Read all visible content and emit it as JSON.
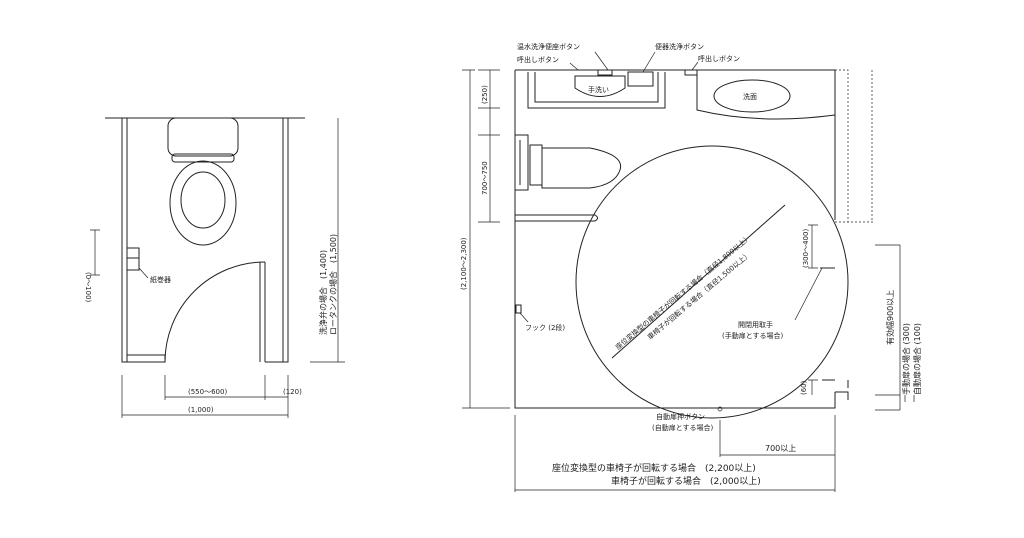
{
  "left_plan": {
    "paper_holder": "紙巻器",
    "dim_offset": "(0〜100)",
    "dim_flush_valve": "洗浄弁の場合　(1,400)",
    "dim_low_tank": "ロータンクの場合　(1,500)",
    "dim_door": "(550〜600)",
    "dim_wall": "(120)",
    "dim_width": "(1,000)"
  },
  "right_plan": {
    "washlet_button": "温水洗浄便座ボタン",
    "call_button_1": "呼出しボタン",
    "flush_button": "便器洗浄ボタン",
    "call_button_2": "呼出しボタン",
    "hand_wash": "手洗い",
    "wash_basin": "洗面",
    "dim_250": "(250)",
    "dim_700_750": "700〜750",
    "dim_depth": "(2,100〜2,300)",
    "dim_300_400": "(300〜400)",
    "circle_label_1": "座位変換型の車椅子が回転する場合（直径1,800以上）",
    "circle_label_2": "車椅子が回転する場合（直径1,500以上）",
    "hook": "フック (2段)",
    "door_handle": "開閉用取手",
    "door_handle_note": "(手動扉とする場合)",
    "dim_60": "(60)",
    "effective_width": "有効幅900以上",
    "manual_door": "手動扉の場合 (300)",
    "auto_door": "自動扉の場合 (100)",
    "auto_door_button": "自動扉押ボタン",
    "auto_door_button_note": "(自動扉とする場合)",
    "dim_700": "700以上",
    "width_convertible": "座位変換型の車椅子が回転する場合　(2,200以上)",
    "width_wheelchair": "車椅子が回転する場合　(2,000以上)"
  }
}
